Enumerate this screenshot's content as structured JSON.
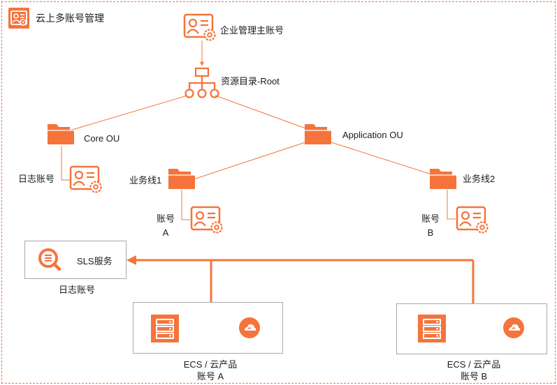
{
  "frame": {
    "title": "云上多账号管理"
  },
  "nodes": {
    "mgmt_account": "企业管理主账号",
    "resource_dir": "资源目录-Root",
    "core_ou": "Core OU",
    "application_ou": "Application OU",
    "log_account": "日志账号",
    "biz_line_1": "业务线1",
    "biz_line_2": "业务线2",
    "account_a_line1": "账号",
    "account_a_line2": "A",
    "account_b_line1": "账号",
    "account_b_line2": "B",
    "sls_service": "SLS服务",
    "sls_caption": "日志账号",
    "ecs_a_line1": "ECS / 云产品",
    "ecs_a_line2": "账号 A",
    "ecs_b_line1": "ECS / 云产品",
    "ecs_b_line2": "账号 B"
  },
  "colors": {
    "accent": "#f4743b",
    "border": "#a9a9a9",
    "text": "#1a1a1a"
  },
  "icons": [
    "account-gear-icon",
    "org-tree-icon",
    "folder-icon",
    "search-icon",
    "server-icon",
    "cloud-icon"
  ]
}
